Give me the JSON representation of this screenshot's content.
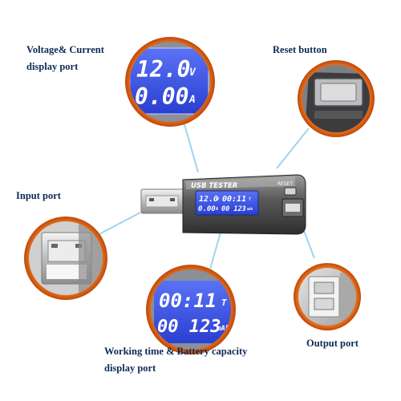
{
  "labels": {
    "vc_line1": "Voltage& Current",
    "vc_line2": "display port",
    "reset": "Reset button",
    "input": "Input port",
    "output": "Output port",
    "wt_line1": "Working time & Battery capacity",
    "wt_line2": "display port"
  },
  "device": {
    "brand": "USB TESTER",
    "reset_label": "RESET",
    "volt": "12.0",
    "volt_unit": "V",
    "time": "00:11",
    "time_unit": "T",
    "amp": "0.00",
    "amp_unit": "A",
    "cap": "00 123",
    "cap_unit": "mAh"
  },
  "zoom_vc": {
    "volt": "12.0",
    "volt_unit": "V",
    "amp": "0.00",
    "amp_unit": "A"
  },
  "zoom_wt": {
    "time": "00:11",
    "time_unit": "T",
    "cap": "00 123",
    "cap_unit": "mAh"
  },
  "colors": {
    "ring": "#e8701e",
    "ring_dark": "#c54d0a",
    "leader": "#9fd4ef",
    "lcd": "#3d55e8",
    "lcd_dark": "#2b3cc4",
    "label": "#0d2a55"
  }
}
